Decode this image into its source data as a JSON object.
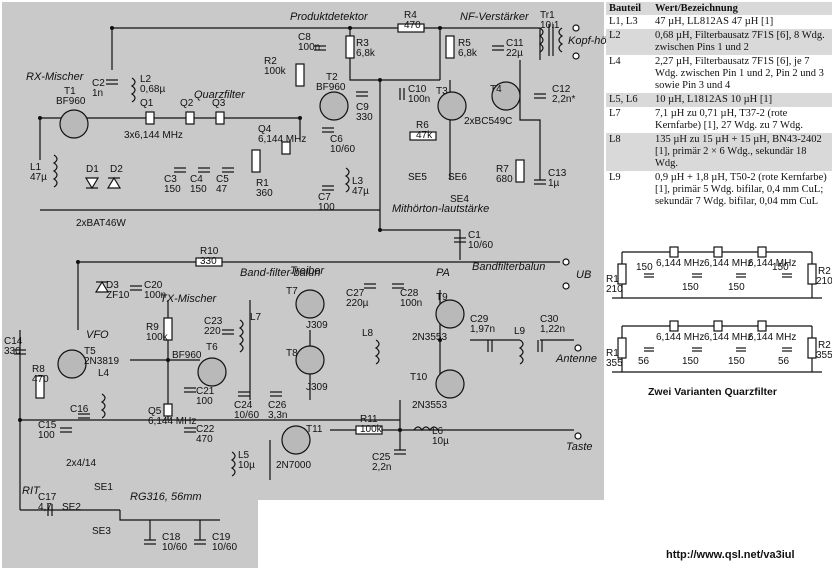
{
  "parts_table": {
    "headers": [
      "Bauteil",
      "Wert/Bezeichnung"
    ],
    "rows": [
      {
        "part": "L1, L3",
        "value": "47 µH, LL812AS 47 µH [1]"
      },
      {
        "part": "L2",
        "value": "0,68 µH, Filterbausatz 7F1S [6], 8 Wdg. zwischen Pins 1 und 2"
      },
      {
        "part": "L4",
        "value": "2,27 µH, Filterbausatz 7F1S [6], je 7 Wdg. zwischen Pin 1 und 2, Pin 2 und 3 sowie Pin 3 und 4"
      },
      {
        "part": "L5, L6",
        "value": "10 µH, L1812AS 10 µH [1]"
      },
      {
        "part": "L7",
        "value": "7,1 µH zu 0,71 µH, T37-2 (rote Kernfarbe) [1], 27 Wdg. zu 7 Wdg."
      },
      {
        "part": "L8",
        "value": "135 µH zu 15 µH + 15 µH, BN43-2402 [1], primär 2 × 6 Wdg., sekundär 18 Wdg."
      },
      {
        "part": "L9",
        "value": "0,9 µH + 1,8 µH, T50-2 (rote Kernfarbe) [1], primär 5 Wdg. bifilar, 0,4 mm CuL; sekundär 7 Wdg. bifilar, 0,04 mm CuL"
      }
    ]
  },
  "schematic": {
    "section_labels": {
      "rx_mixer": "RX-Mischer",
      "product_detector": "Produktdetektor",
      "nf_amp": "NF-Verstärker",
      "quartz_filter": "Quarzfilter",
      "bandfilter_balun": "Bandfilterbalun",
      "tx_mixer": "TX-Mischer",
      "bandfilter_balun2": "Band-filter-balun",
      "driver": "Treiber",
      "pa": "PA",
      "vfo": "VFO",
      "rit": "RIT",
      "headphones": "Kopf-hörer",
      "antenna": "Antenne",
      "key": "Taste",
      "monitor": "Mithörton-lautstärke",
      "supply": "UB",
      "coax": "RG316, 56mm"
    },
    "transistors": [
      {
        "ref": "T1",
        "type": "BF960"
      },
      {
        "ref": "T2",
        "type": "BF960"
      },
      {
        "ref": "T3",
        "type": ""
      },
      {
        "ref": "T4",
        "type": ""
      },
      {
        "ref": "T3/T4",
        "type": "2xBC549C"
      },
      {
        "ref": "T5",
        "type": "2N3819"
      },
      {
        "ref": "T6",
        "type": "BF960"
      },
      {
        "ref": "T7",
        "type": "J309"
      },
      {
        "ref": "T8",
        "type": "J309"
      },
      {
        "ref": "T9",
        "type": "2N3553"
      },
      {
        "ref": "T10",
        "type": "2N3553"
      },
      {
        "ref": "T11",
        "type": "2N7000"
      }
    ],
    "components": [
      {
        "ref": "C2",
        "value": "1n"
      },
      {
        "ref": "L2",
        "value": "0,68µ"
      },
      {
        "ref": "Q1",
        "value": ""
      },
      {
        "ref": "Q2",
        "value": ""
      },
      {
        "ref": "Q3",
        "value": ""
      },
      {
        "ref": "3x6,144 MHz",
        "value": ""
      },
      {
        "ref": "L1",
        "value": "47µ"
      },
      {
        "ref": "D1",
        "value": ""
      },
      {
        "ref": "D2",
        "value": ""
      },
      {
        "ref": "2xBAT46W",
        "value": ""
      },
      {
        "ref": "C3",
        "value": "150"
      },
      {
        "ref": "C4",
        "value": "150"
      },
      {
        "ref": "C5",
        "value": "47"
      },
      {
        "ref": "R1",
        "value": "360"
      },
      {
        "ref": "Q4",
        "value": "6,144 MHz"
      },
      {
        "ref": "R2",
        "value": "100k"
      },
      {
        "ref": "C8",
        "value": "100n"
      },
      {
        "ref": "R3",
        "value": "6,8k"
      },
      {
        "ref": "C6",
        "value": "10/60"
      },
      {
        "ref": "C7",
        "value": "100"
      },
      {
        "ref": "L3",
        "value": "47µ"
      },
      {
        "ref": "C9",
        "value": "330"
      },
      {
        "ref": "R4",
        "value": "470"
      },
      {
        "ref": "R5",
        "value": "6,8k"
      },
      {
        "ref": "C11",
        "value": "22µ"
      },
      {
        "ref": "Tr1",
        "value": "10:1"
      },
      {
        "ref": "C10",
        "value": "100n"
      },
      {
        "ref": "C12",
        "value": "2,2n*"
      },
      {
        "ref": "R6",
        "value": "47k"
      },
      {
        "ref": "R7",
        "value": "680"
      },
      {
        "ref": "C13",
        "value": "1µ"
      },
      {
        "ref": "SE4",
        "value": ""
      },
      {
        "ref": "SE5",
        "value": ""
      },
      {
        "ref": "SE6",
        "value": ""
      },
      {
        "ref": "C1",
        "value": "10/60"
      },
      {
        "ref": "R10",
        "value": "330"
      },
      {
        "ref": "D3",
        "value": "ZF10"
      },
      {
        "ref": "C20",
        "value": "100n"
      },
      {
        "ref": "C27",
        "value": "220µ"
      },
      {
        "ref": "C28",
        "value": "100n"
      },
      {
        "ref": "C14",
        "value": "330"
      },
      {
        "ref": "R8",
        "value": "470"
      },
      {
        "ref": "L4",
        "value": ""
      },
      {
        "ref": "C15",
        "value": "100"
      },
      {
        "ref": "C16",
        "value": ""
      },
      {
        "ref": "2x4/14",
        "value": ""
      },
      {
        "ref": "R9",
        "value": "100k"
      },
      {
        "ref": "Q5",
        "value": "6,144 MHz"
      },
      {
        "ref": "C21",
        "value": "100"
      },
      {
        "ref": "C22",
        "value": "470"
      },
      {
        "ref": "C23",
        "value": "220"
      },
      {
        "ref": "L7",
        "value": ""
      },
      {
        "ref": "C24",
        "value": "10/60"
      },
      {
        "ref": "C26",
        "value": "3,3n"
      },
      {
        "ref": "L5",
        "value": "10µ"
      },
      {
        "ref": "L8",
        "value": ""
      },
      {
        "ref": "C29",
        "value": "1,97n"
      },
      {
        "ref": "C30",
        "value": "1,22n"
      },
      {
        "ref": "L9",
        "value": ""
      },
      {
        "ref": "R11",
        "value": "100k"
      },
      {
        "ref": "L6",
        "value": "10µ"
      },
      {
        "ref": "C25",
        "value": "2,2n"
      },
      {
        "ref": "C17",
        "value": "4,7"
      },
      {
        "ref": "SE1",
        "value": ""
      },
      {
        "ref": "SE2",
        "value": ""
      },
      {
        "ref": "SE3",
        "value": ""
      },
      {
        "ref": "C18",
        "value": "10/60"
      },
      {
        "ref": "C19",
        "value": "10/60"
      }
    ]
  },
  "quartz_variants": {
    "caption": "Zwei Varianten Quarzfilter",
    "variant_a": {
      "R1": "210",
      "R2": "210",
      "C1": "150",
      "C2": "150",
      "C3": "150",
      "C4": "150",
      "crystal": "6,144 MHz"
    },
    "variant_b": {
      "R1": "355",
      "R2": "355",
      "C1": "56",
      "C2": "150",
      "C3": "150",
      "C4": "56",
      "crystal": "6,144 MHz"
    }
  },
  "footer_url": "http://www.qsl.net/va3iul"
}
